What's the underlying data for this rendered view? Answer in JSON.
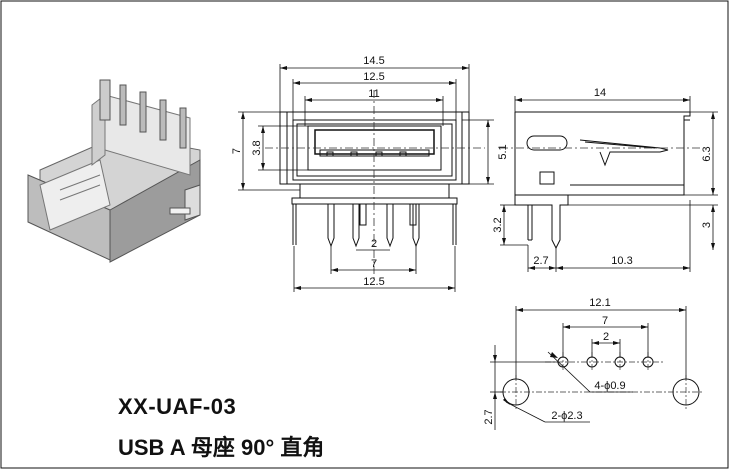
{
  "product": {
    "model": "XX-UAF-03",
    "description": "USB A 母座 90° 直角"
  },
  "front_view": {
    "width_outer": "14.5",
    "width_mid": "12.5",
    "width_inner": "11",
    "height": "7",
    "port_height": "3.8",
    "port_depth": "5.1",
    "pin_pitch": "2",
    "pin_span": "7",
    "footprint_width": "12.5"
  },
  "side_view": {
    "length": "14",
    "height": "6.3",
    "leg_height": "3.2",
    "leg_offset": "3",
    "front_offset": "2.7",
    "leg_spacing": "10.3"
  },
  "pcb_layout": {
    "width": "12.1",
    "pin_span": "7",
    "pin_pitch": "2",
    "pin_holes": "4-ϕ0.9",
    "mount_holes": "2-ϕ2.3",
    "row_offset": "2.7"
  },
  "colors": {
    "line": "#111111",
    "centerline": "#333333",
    "shell": "#c8c8c8",
    "tab": "#e6e6e6"
  }
}
